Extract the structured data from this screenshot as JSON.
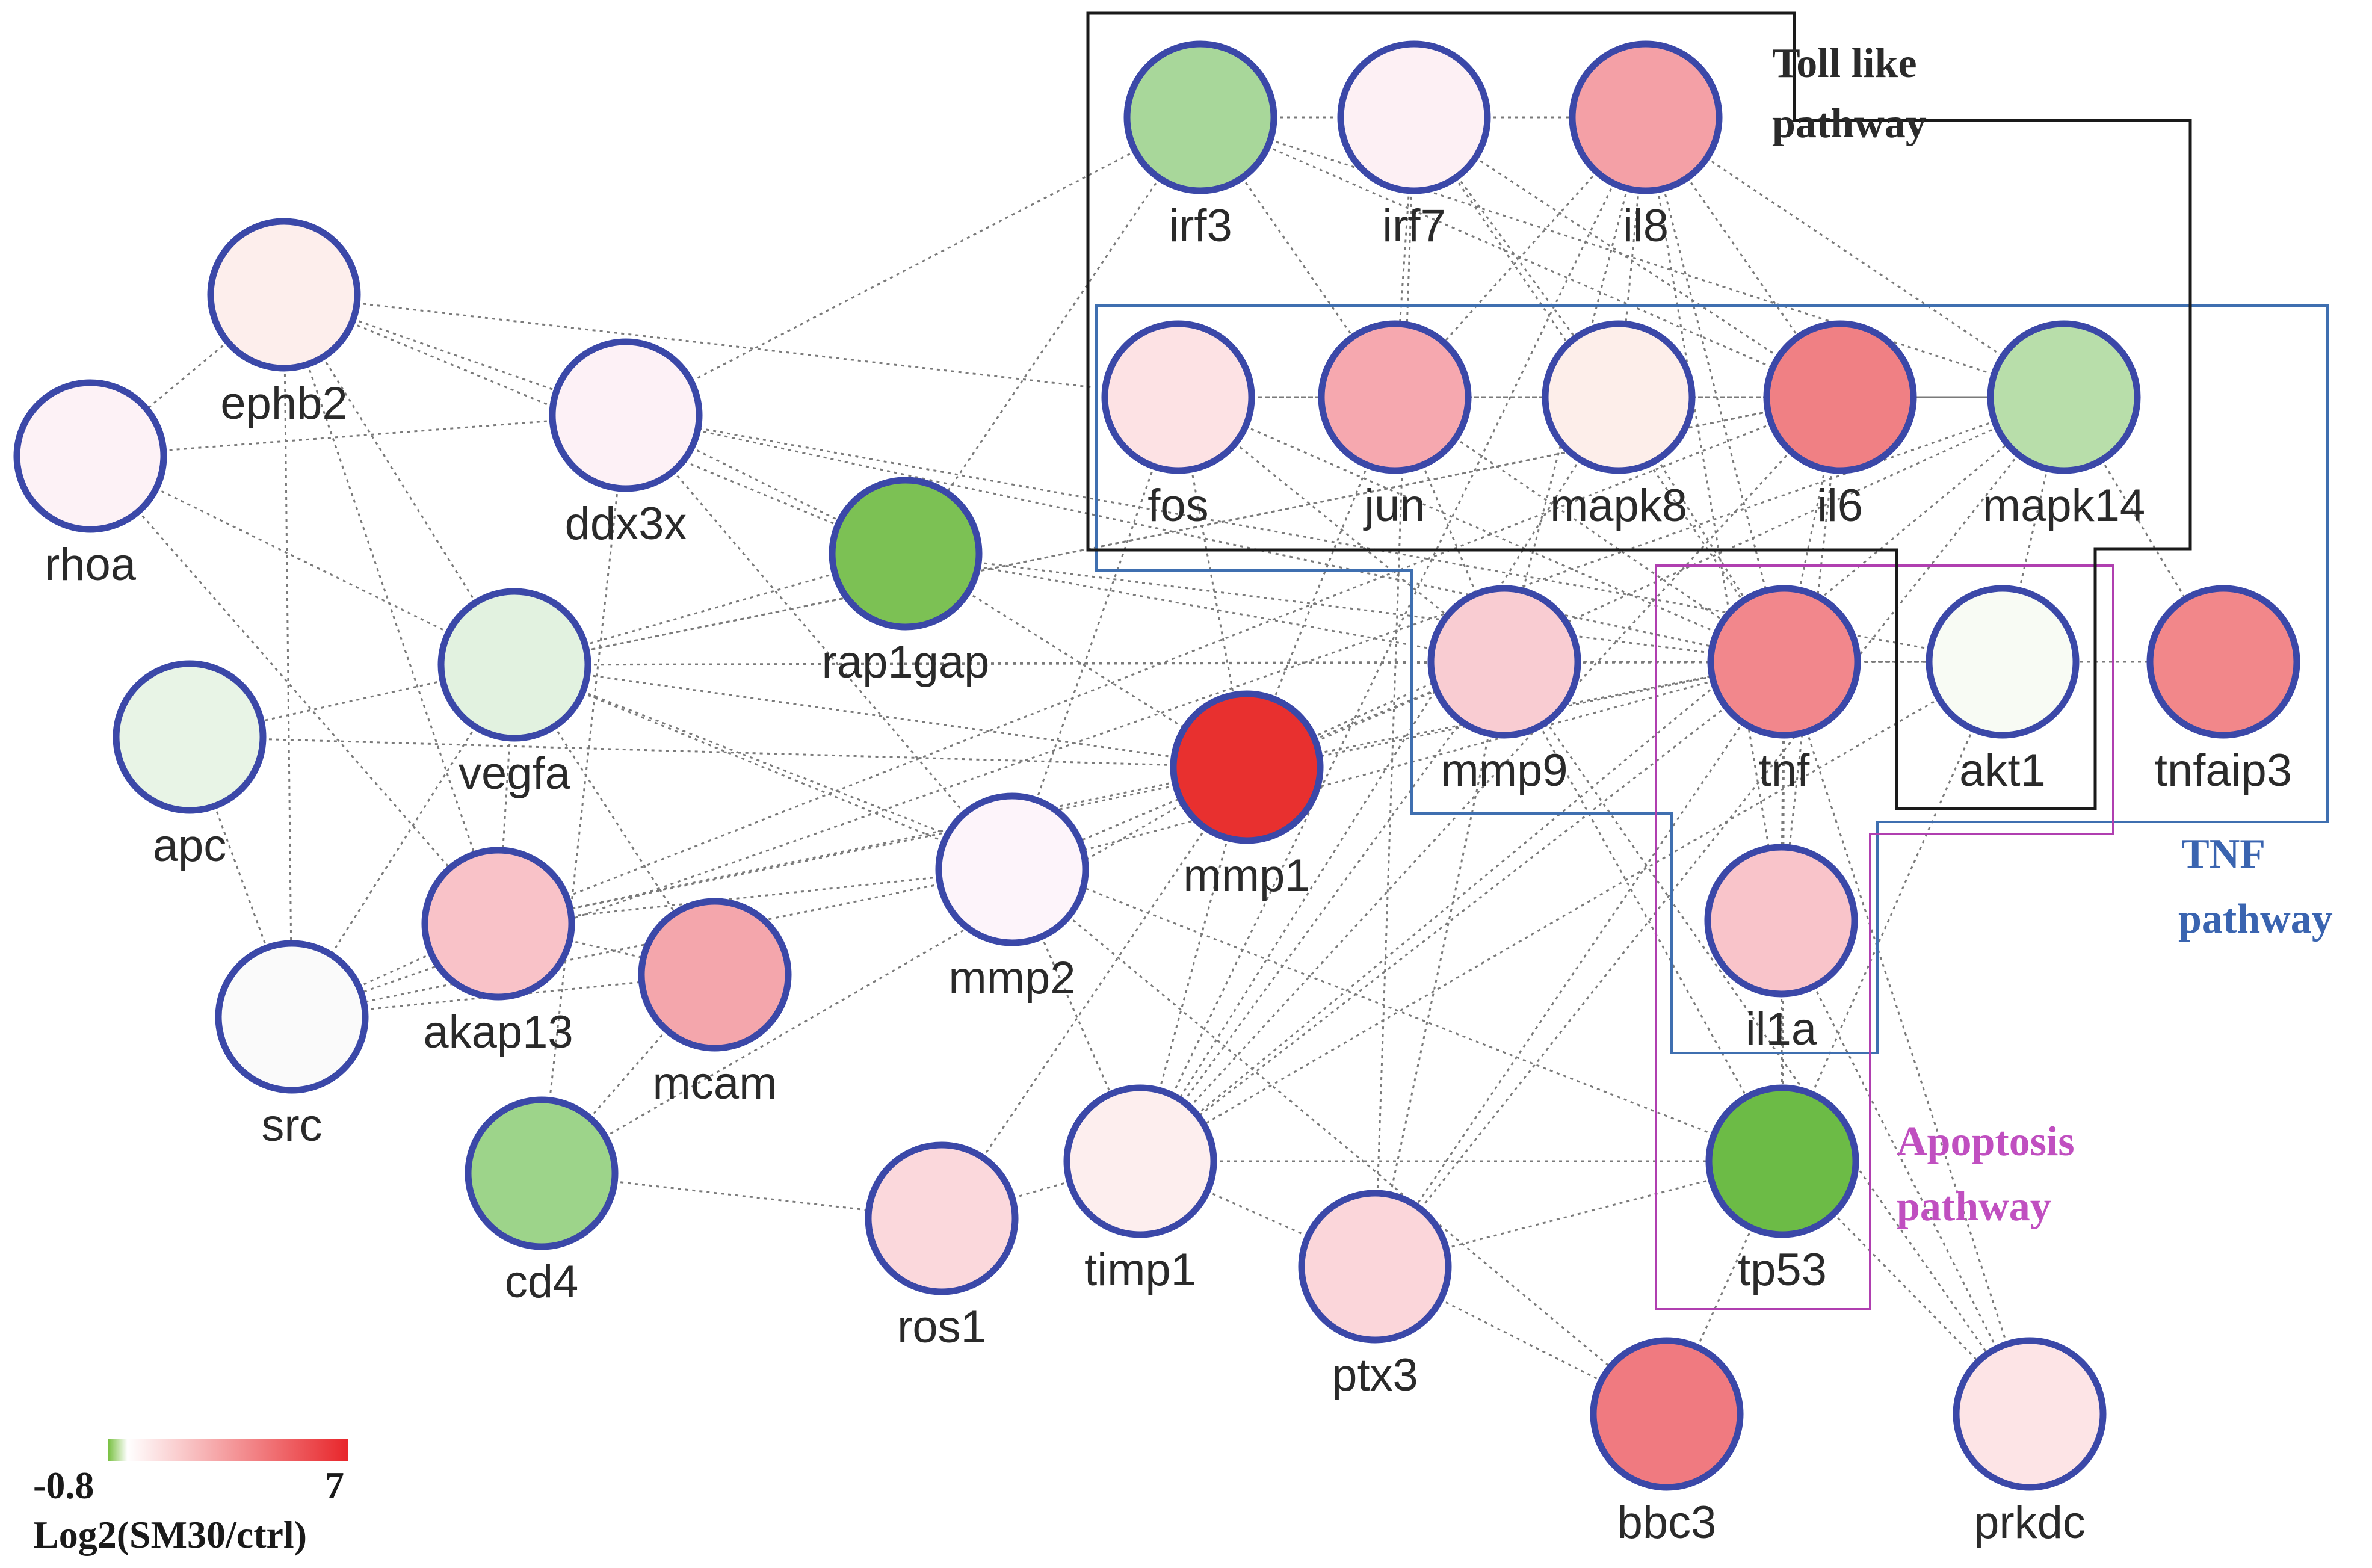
{
  "colors": {
    "node_border": "#3b48a8",
    "edge": "#7a7a7a",
    "toll_box": "#1a1a1a",
    "tnf_box": "#3f6fb0",
    "apoptosis_box": "#b03fb0",
    "toll_label": "#2a2a2a",
    "tnf_label": "#3a64b0",
    "apoptosis_label": "#c04fc0"
  },
  "groups": {
    "toll": {
      "line1": "Toll like",
      "line2": "pathway"
    },
    "tnf": {
      "line1": "TNF",
      "line2": "pathway"
    },
    "apoptosis": {
      "line1": "Apoptosis",
      "line2": "pathway"
    }
  },
  "legend": {
    "min": "-0.8",
    "max": "7",
    "title": "Log2(SM30/ctrl)",
    "gradient_colors": [
      "#7ac143",
      "#ffffff",
      "#e8262b"
    ]
  },
  "nodes": [
    {
      "id": "irf3",
      "label": "irf3",
      "fill": "#a8d79a"
    },
    {
      "id": "irf7",
      "label": "irf7",
      "fill": "#fdf0f4"
    },
    {
      "id": "il8",
      "label": "il8",
      "fill": "#f4a0a6"
    },
    {
      "id": "fos",
      "label": "fos",
      "fill": "#fde2e4"
    },
    {
      "id": "jun",
      "label": "jun",
      "fill": "#f6a8af"
    },
    {
      "id": "mapk8",
      "label": "mapk8",
      "fill": "#fdeeea"
    },
    {
      "id": "il6",
      "label": "il6",
      "fill": "#f08084"
    },
    {
      "id": "mapk14",
      "label": "mapk14",
      "fill": "#b8deaa"
    },
    {
      "id": "ephb2",
      "label": "ephb2",
      "fill": "#fdeeec"
    },
    {
      "id": "rhoa",
      "label": "rhoa",
      "fill": "#fdf2f6"
    },
    {
      "id": "ddx3x",
      "label": "ddx3x",
      "fill": "#fdf1f6"
    },
    {
      "id": "rap1gap",
      "label": "rap1gap",
      "fill": "#7cc154"
    },
    {
      "id": "vegfa",
      "label": "vegfa",
      "fill": "#e2f2e0"
    },
    {
      "id": "apc",
      "label": "apc",
      "fill": "#e8f4e6"
    },
    {
      "id": "mmp1",
      "label": "mmp1",
      "fill": "#e8302f"
    },
    {
      "id": "mmp9",
      "label": "mmp9",
      "fill": "#f9ccd2"
    },
    {
      "id": "tnf",
      "label": "tnf",
      "fill": "#f2878c"
    },
    {
      "id": "akt1",
      "label": "akt1",
      "fill": "#f8fbf4"
    },
    {
      "id": "tnfaip3",
      "label": "tnfaip3",
      "fill": "#f2878a"
    },
    {
      "id": "mmp2",
      "label": "mmp2",
      "fill": "#fdf4fa"
    },
    {
      "id": "akap13",
      "label": "akap13",
      "fill": "#f9c2c8"
    },
    {
      "id": "src",
      "label": "src",
      "fill": "#fafafa"
    },
    {
      "id": "mcam",
      "label": "mcam",
      "fill": "#f4a6ac"
    },
    {
      "id": "il1a",
      "label": "il1a",
      "fill": "#f9c4ca"
    },
    {
      "id": "cd4",
      "label": "cd4",
      "fill": "#9dd48a"
    },
    {
      "id": "timp1",
      "label": "timp1",
      "fill": "#fdeeee"
    },
    {
      "id": "ros1",
      "label": "ros1",
      "fill": "#fbd8dc"
    },
    {
      "id": "ptx3",
      "label": "ptx3",
      "fill": "#fbd6da"
    },
    {
      "id": "tp53",
      "label": "tp53",
      "fill": "#6cbb46"
    },
    {
      "id": "bbc3",
      "label": "bbc3",
      "fill": "#f07a80"
    },
    {
      "id": "prkdc",
      "label": "prkdc",
      "fill": "#fde4e6"
    }
  ],
  "edges": [
    [
      "irf3",
      "ddx3x"
    ],
    [
      "irf3",
      "rap1gap"
    ],
    [
      "irf3",
      "jun"
    ],
    [
      "irf3",
      "il6"
    ],
    [
      "irf3",
      "mapk14"
    ],
    [
      "irf3",
      "irf7"
    ],
    [
      "irf7",
      "jun"
    ],
    [
      "irf7",
      "il8"
    ],
    [
      "irf7",
      "mapk8"
    ],
    [
      "irf7",
      "il6"
    ],
    [
      "irf7",
      "tnf"
    ],
    [
      "irf7",
      "ptx3"
    ],
    [
      "il8",
      "mapk14"
    ],
    [
      "il8",
      "il6"
    ],
    [
      "il8",
      "tnf"
    ],
    [
      "il8",
      "jun"
    ],
    [
      "il8",
      "mmp9"
    ],
    [
      "il8",
      "il1a"
    ],
    [
      "il8",
      "timp1"
    ],
    [
      "il8",
      "mapk8"
    ],
    [
      "fos",
      "jun"
    ],
    [
      "fos",
      "mmp9"
    ],
    [
      "fos",
      "tnf"
    ],
    [
      "fos",
      "mmp1"
    ],
    [
      "fos",
      "mmp2"
    ],
    [
      "jun",
      "mapk8"
    ],
    [
      "jun",
      "il6"
    ],
    [
      "jun",
      "mmp9"
    ],
    [
      "jun",
      "tnf"
    ],
    [
      "jun",
      "mapk14"
    ],
    [
      "jun",
      "mmp1"
    ],
    [
      "mapk8",
      "il6"
    ],
    [
      "mapk8",
      "mapk14"
    ],
    [
      "mapk8",
      "tnf"
    ],
    [
      "mapk8",
      "timp1"
    ],
    [
      "il6",
      "mapk14"
    ],
    [
      "il6",
      "tnf"
    ],
    [
      "il6",
      "il1a"
    ],
    [
      "il6",
      "vegfa"
    ],
    [
      "il6",
      "timp1"
    ],
    [
      "il6",
      "akap13"
    ],
    [
      "mapk14",
      "tnfaip3"
    ],
    [
      "mapk14",
      "akt1"
    ],
    [
      "mapk14",
      "fos"
    ],
    [
      "mapk14",
      "mmp1"
    ],
    [
      "mapk14",
      "ptx3"
    ],
    [
      "mapk14",
      "src"
    ],
    [
      "ephb2",
      "rhoa"
    ],
    [
      "ephb2",
      "ddx3x"
    ],
    [
      "ephb2",
      "vegfa"
    ],
    [
      "ephb2",
      "akap13"
    ],
    [
      "ephb2",
      "src"
    ],
    [
      "ephb2",
      "fos"
    ],
    [
      "ephb2",
      "rap1gap"
    ],
    [
      "rhoa",
      "ddx3x"
    ],
    [
      "rhoa",
      "vegfa"
    ],
    [
      "rhoa",
      "akap13"
    ],
    [
      "ddx3x",
      "rap1gap"
    ],
    [
      "ddx3x",
      "cd4"
    ],
    [
      "ddx3x",
      "tnf"
    ],
    [
      "ddx3x",
      "mmp2"
    ],
    [
      "rap1gap",
      "vegfa"
    ],
    [
      "rap1gap",
      "tnf"
    ],
    [
      "rap1gap",
      "mmp9"
    ],
    [
      "rap1gap",
      "mmp1"
    ],
    [
      "vegfa",
      "apc"
    ],
    [
      "vegfa",
      "tnf"
    ],
    [
      "vegfa",
      "mmp9"
    ],
    [
      "vegfa",
      "akt1"
    ],
    [
      "vegfa",
      "mmp1"
    ],
    [
      "vegfa",
      "mmp2"
    ],
    [
      "vegfa",
      "akap13"
    ],
    [
      "vegfa",
      "mcam"
    ],
    [
      "vegfa",
      "src"
    ],
    [
      "vegfa",
      "il6"
    ],
    [
      "vegfa",
      "tp53"
    ],
    [
      "apc",
      "src"
    ],
    [
      "apc",
      "mmp1"
    ],
    [
      "mmp1",
      "mmp9"
    ],
    [
      "mmp1",
      "tnf"
    ],
    [
      "mmp1",
      "timp1"
    ],
    [
      "mmp1",
      "akap13"
    ],
    [
      "mmp1",
      "ros1"
    ],
    [
      "mmp9",
      "tnf"
    ],
    [
      "mmp9",
      "akt1"
    ],
    [
      "mmp9",
      "timp1"
    ],
    [
      "mmp9",
      "ptx3"
    ],
    [
      "mmp9",
      "mmp2"
    ],
    [
      "mmp9",
      "tp53"
    ],
    [
      "tnf",
      "akt1"
    ],
    [
      "tnf",
      "il1a"
    ],
    [
      "tnf",
      "tnfaip3"
    ],
    [
      "tnf",
      "timp1"
    ],
    [
      "tnf",
      "tp53"
    ],
    [
      "tnf",
      "akap13"
    ],
    [
      "tnf",
      "mmp2"
    ],
    [
      "tnf",
      "ptx3"
    ],
    [
      "akt1",
      "tp53"
    ],
    [
      "akt1",
      "timp1"
    ],
    [
      "akt1",
      "ddx3x"
    ],
    [
      "mmp2",
      "timp1"
    ],
    [
      "mmp2",
      "akap13"
    ],
    [
      "mmp2",
      "src"
    ],
    [
      "mmp2",
      "bbc3"
    ],
    [
      "akap13",
      "src"
    ],
    [
      "akap13",
      "mcam"
    ],
    [
      "src",
      "mcam"
    ],
    [
      "cd4",
      "mmp1"
    ],
    [
      "cd4",
      "ros1"
    ],
    [
      "cd4",
      "mcam"
    ],
    [
      "timp1",
      "ros1"
    ],
    [
      "timp1",
      "ptx3"
    ],
    [
      "timp1",
      "tp53"
    ],
    [
      "timp1",
      "mapk14"
    ],
    [
      "ptx3",
      "bbc3"
    ],
    [
      "ptx3",
      "tp53"
    ],
    [
      "tp53",
      "bbc3"
    ],
    [
      "tp53",
      "prkdc"
    ],
    [
      "tp53",
      "il1a"
    ],
    [
      "il1a",
      "prkdc"
    ],
    [
      "mmp9",
      "prkdc"
    ],
    [
      "tnf",
      "prkdc"
    ]
  ]
}
